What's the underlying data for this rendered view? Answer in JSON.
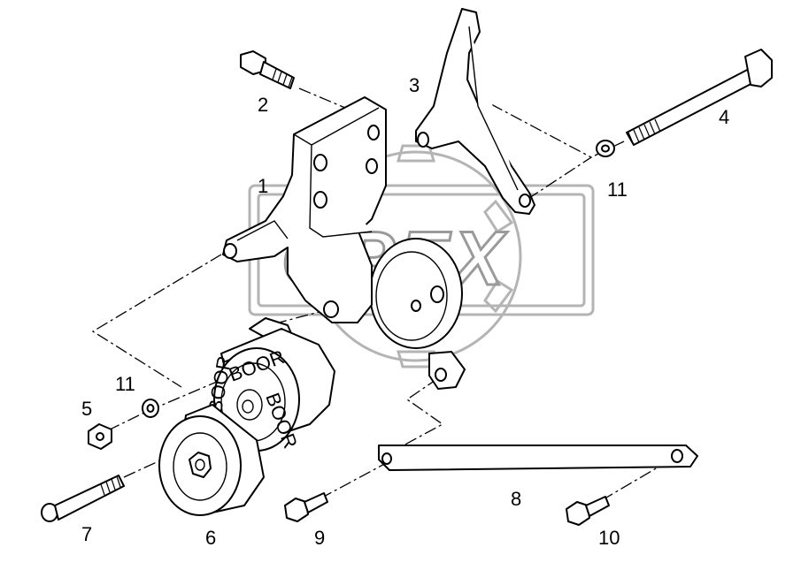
{
  "watermark": {
    "text": "OPEX"
  },
  "callouts": [
    {
      "id": "1",
      "label": "1"
    },
    {
      "id": "2",
      "label": "2"
    },
    {
      "id": "3",
      "label": "3"
    },
    {
      "id": "4",
      "label": "4"
    },
    {
      "id": "5",
      "label": "5"
    },
    {
      "id": "6",
      "label": "6"
    },
    {
      "id": "7",
      "label": "7"
    },
    {
      "id": "8",
      "label": "8"
    },
    {
      "id": "9",
      "label": "9"
    },
    {
      "id": "10",
      "label": "10"
    },
    {
      "id": "11a",
      "label": "11"
    },
    {
      "id": "11b",
      "label": "11"
    }
  ],
  "tensioner_face_text": [
    "BOOR",
    "BOOR",
    "BOOR"
  ]
}
